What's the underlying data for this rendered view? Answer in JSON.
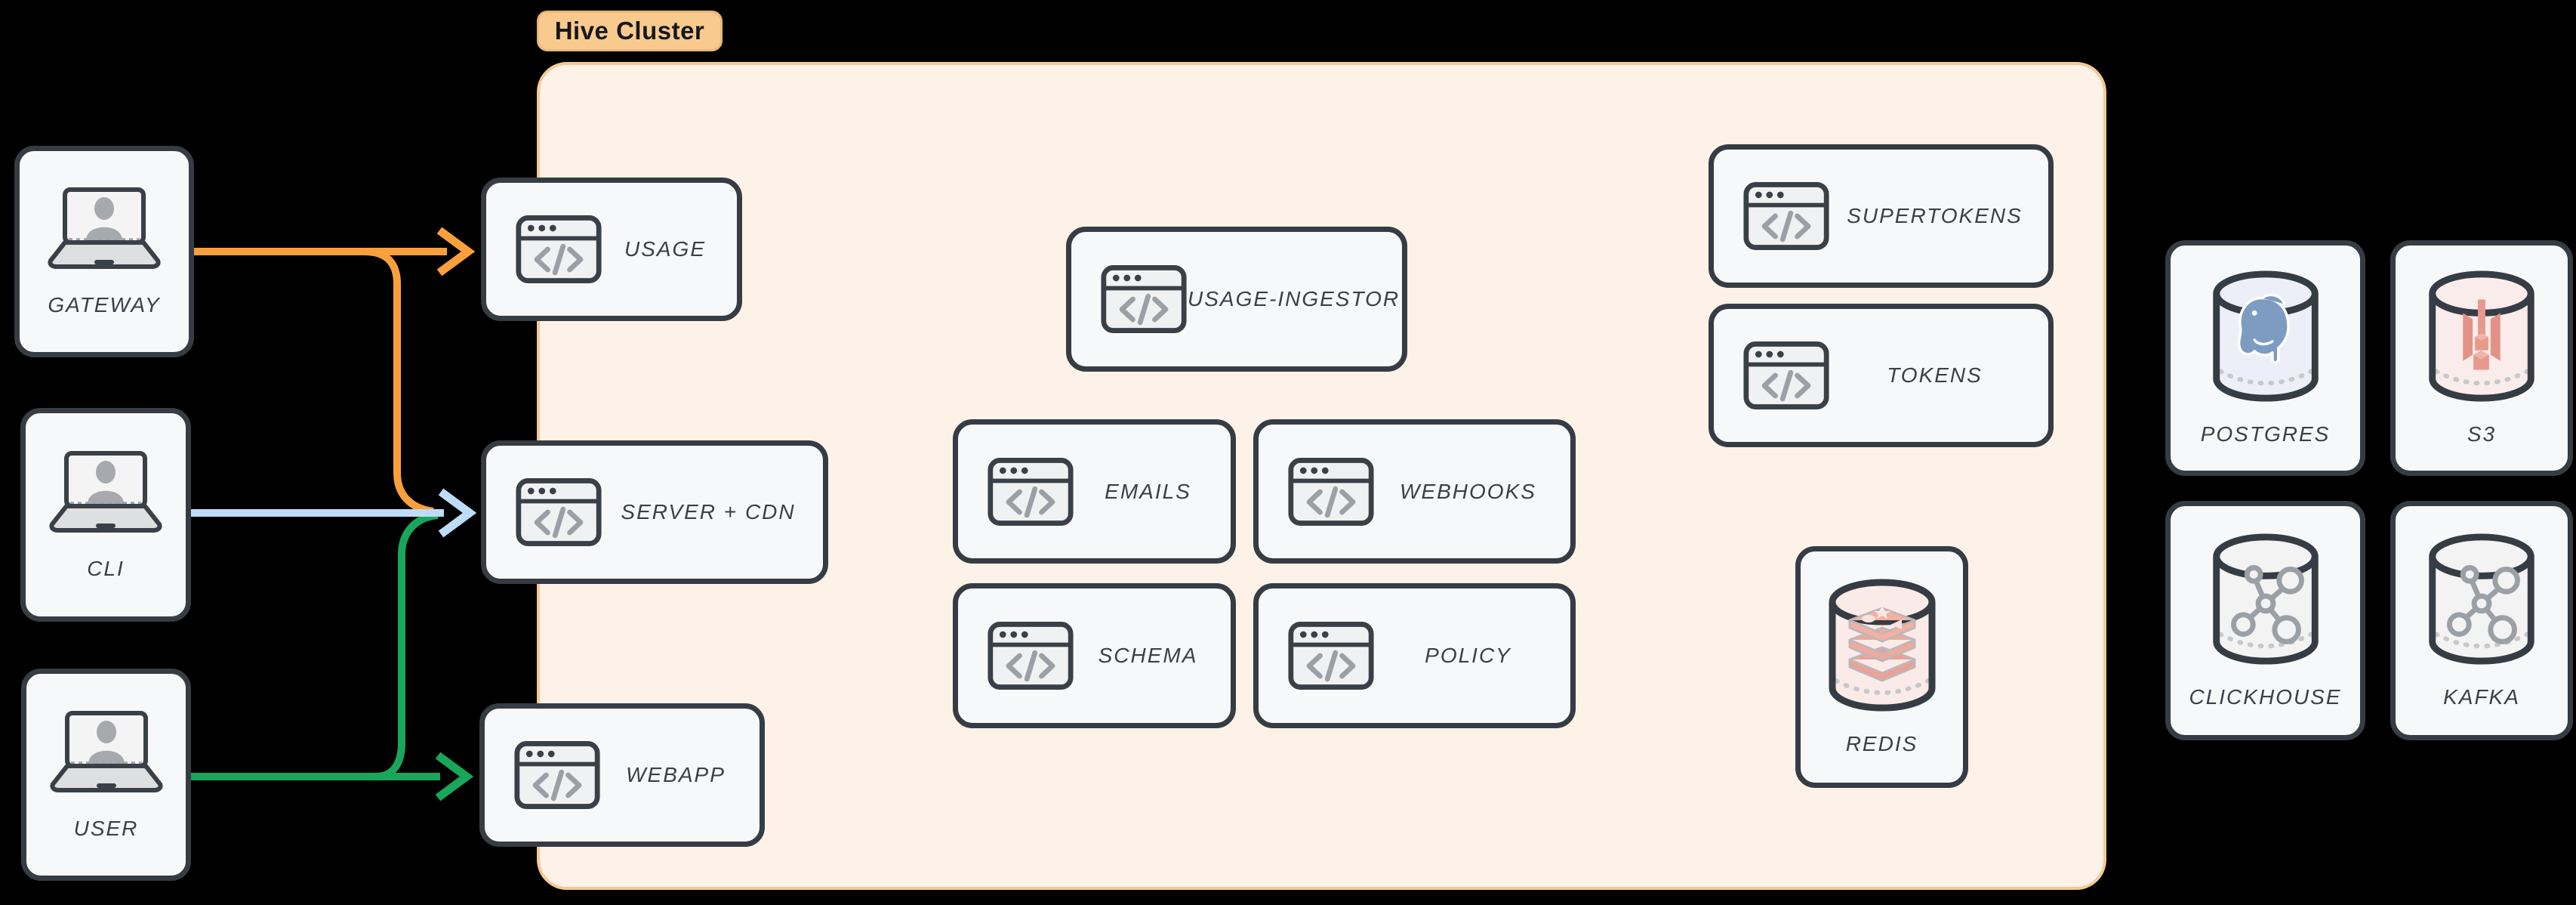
{
  "cluster": {
    "label": "Hive Cluster",
    "bg": "#FCF2E7",
    "border": "#F5C894",
    "pill_bg": "#F8CA8E",
    "pill_border": "#E7B77C"
  },
  "clients": [
    {
      "label": "GATEWAY",
      "icon": "laptop-user-icon"
    },
    {
      "label": "CLI",
      "icon": "laptop-user-icon"
    },
    {
      "label": "USER",
      "icon": "laptop-user-icon"
    }
  ],
  "services": {
    "usage": "USAGE",
    "server_cdn": "SERVER + CDN",
    "webapp": "WEBAPP",
    "usage_ingestor": "USAGE-INGESTOR",
    "emails": "EMAILS",
    "webhooks": "WEBHOOKS",
    "schema": "SCHEMA",
    "policy": "POLICY",
    "supertokens": "SUPERTOKENS",
    "tokens": "TOKENS"
  },
  "datastores": {
    "redis": "REDIS",
    "postgres": "POSTGRES",
    "s3": "S3",
    "clickhouse": "CLICKHOUSE",
    "kafka": "KAFKA"
  },
  "arrows": {
    "gateway": "#F9A03C",
    "cli": "#BEDCF8",
    "user": "#18A65B"
  },
  "node_style": {
    "bg": "#F7F8F9",
    "border": "#363C44",
    "label_color": "#3A4048"
  }
}
